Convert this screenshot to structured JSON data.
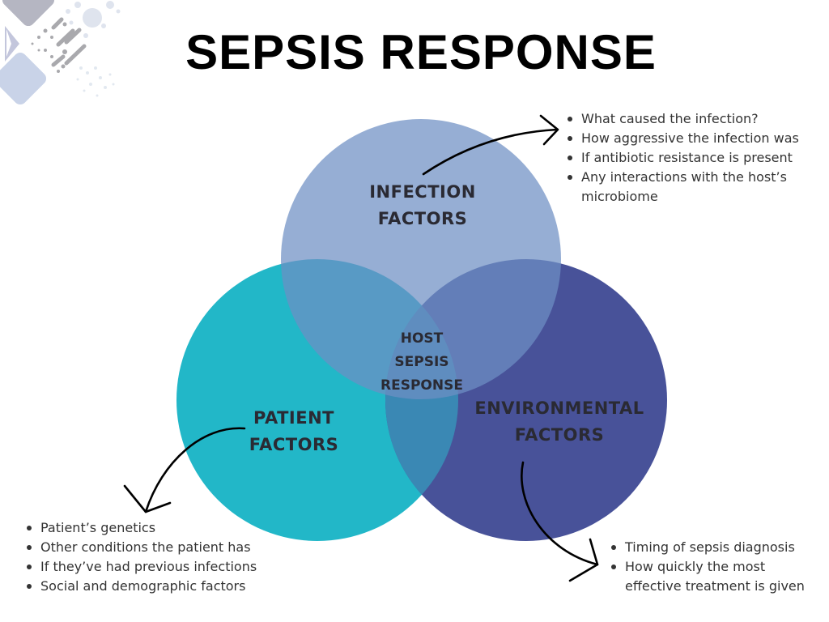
{
  "title": "SEPSIS RESPONSE",
  "colors": {
    "infection": "#6E8FC4",
    "patient": "#22B7C8",
    "environmental": "#485299",
    "label_text": "#2A2A33"
  },
  "circles": {
    "infection": {
      "label_line1": "INFECTION",
      "label_line2": "FACTORS"
    },
    "patient": {
      "label_line1": "PATIENT",
      "label_line2": "FACTORS"
    },
    "environmental": {
      "label_line1": "ENVIRONMENTAL",
      "label_line2": "FACTORS"
    },
    "center": {
      "line1": "HOST",
      "line2": "SEPSIS",
      "line3": "RESPONSE"
    }
  },
  "infection_bullets": [
    "What caused the infection?",
    "How aggressive the infection was",
    "If antibiotic resistance is present",
    "Any interactions with the host’s\nmicrobiome"
  ],
  "patient_bullets": [
    "Patient’s genetics",
    "Other conditions the patient has",
    "If they’ve had previous infections",
    "Social and demographic factors"
  ],
  "environmental_bullets": [
    "Timing of sepsis diagnosis",
    "How quickly the most\neffective treatment is given"
  ]
}
